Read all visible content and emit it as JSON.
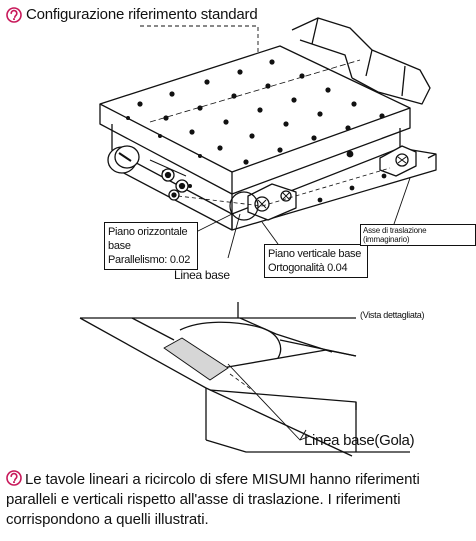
{
  "header": {
    "title": "Configurazione riferimento standard",
    "icon": "hint-icon"
  },
  "callouts": {
    "base_plane_line1": "Piano orizzontale base",
    "base_plane_line2": "Parallelismo: 0.02",
    "base_line": "Linea base",
    "vertical_plane_line1": "Piano verticale base",
    "vertical_plane_line2": "Ortogonalità 0.04",
    "axis": "Asse di traslazione (immaginario)",
    "detail_view": "(Vista dettagliata)",
    "groove_line": "Linea base(Gola)"
  },
  "note": {
    "icon": "hint-icon",
    "text": "Le tavole lineari a ricircolo di sfere MISUMI hanno riferimenti paralleli e verticali rispetto all'asse di traslazione. I riferimenti corrispondono a quelli illustrati."
  },
  "colors": {
    "accent": "#c8185a",
    "line": "#111111"
  }
}
